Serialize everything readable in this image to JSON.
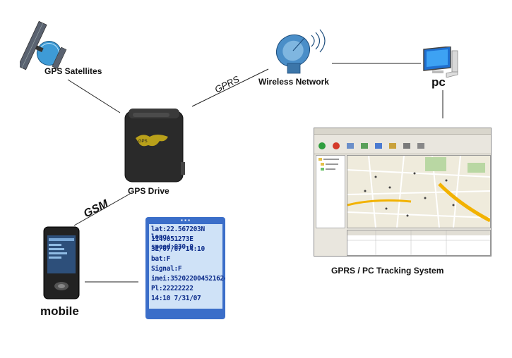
{
  "labels": {
    "satellites": "GPS Satellites",
    "wireless": "Wireless Network",
    "pc": "pc",
    "gprs": "GPRS",
    "gps_drive": "GPS Drive",
    "gsm": "GSM",
    "mobile": "mobile",
    "tracking_system": "GPRS / PC Tracking System"
  },
  "phone_screen": {
    "lines": [
      "lat:22.567203N long:",
      "114.051273E speed:030.0",
      "31/07/07 14:10",
      "bat:F",
      "Signal:F",
      "imei:352022004521624",
      "Pl:22222222",
      "14:10 7/31/07"
    ]
  },
  "icons": [
    "satellite-icon",
    "dish-antenna-icon",
    "computer-icon",
    "gps-tracker-icon",
    "mobile-phone-icon"
  ],
  "colors": {
    "line": "#222222",
    "map_road": "#f2b200",
    "phone_screen": "#3b6ec9"
  }
}
